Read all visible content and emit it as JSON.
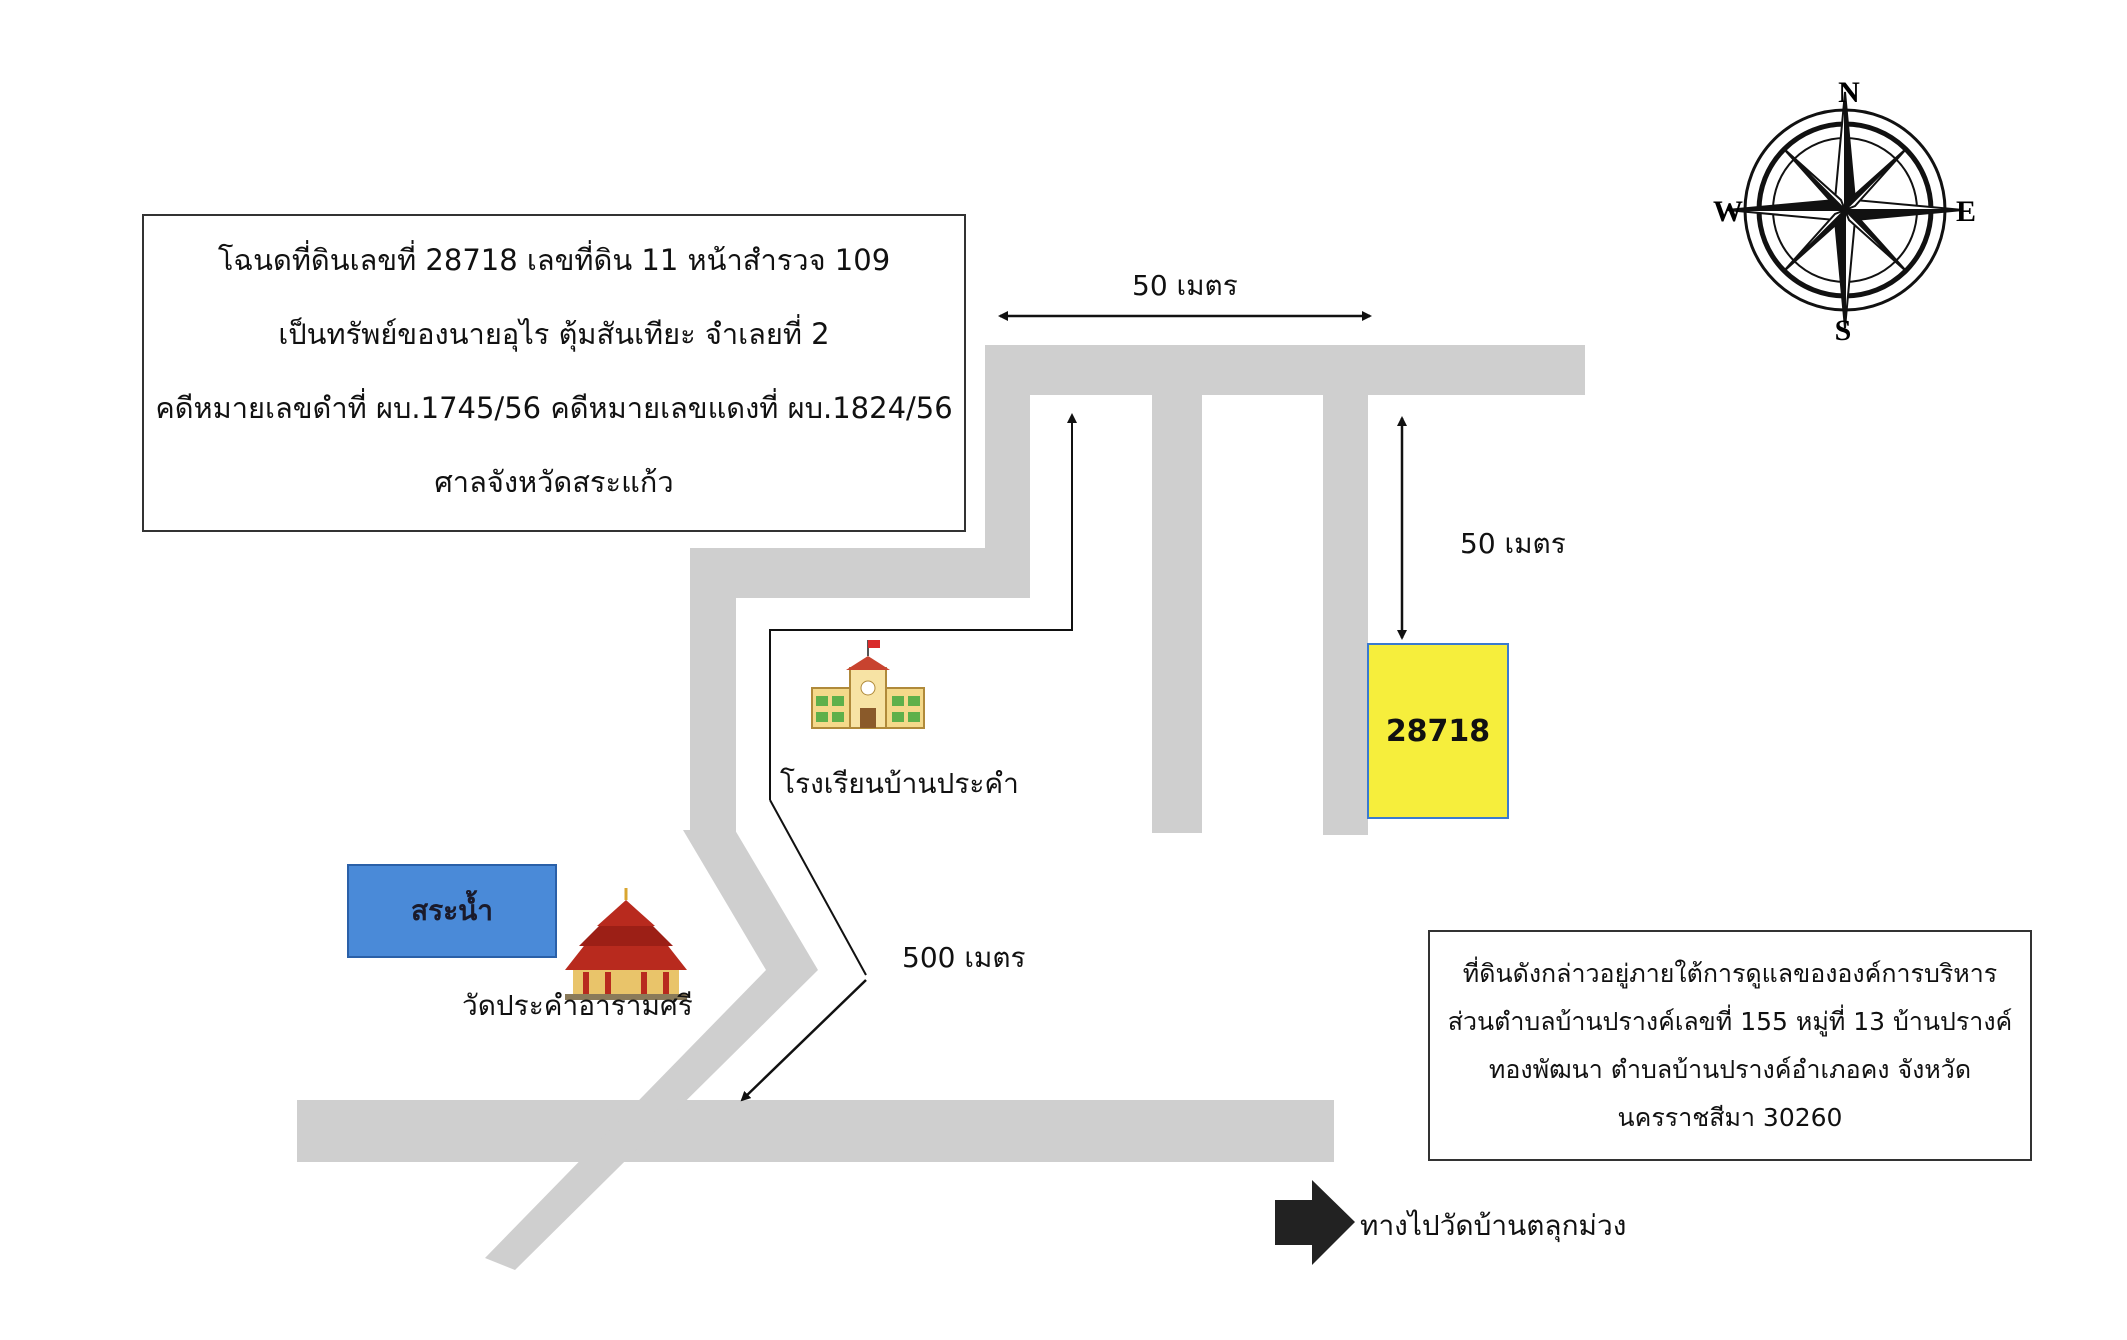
{
  "info_box": {
    "lines": [
      "โฉนดที่ดินเลขที่ 28718 เลขที่ดิน 11 หน้าสำรวจ 109",
      "เป็นทรัพย์ของนายอุไร ตุ้มสันเทียะ จำเลยที่ 2",
      "คดีหมายเลขดำที่ ผบ.1745/56 คดีหมายเลขแดงที่ ผบ.1824/56",
      "ศาลจังหวัดสระแก้ว"
    ]
  },
  "jurisdiction_box": {
    "lines": [
      "ที่ดินดังกล่าวอยู่ภายใต้การดูแลขององค์การบริหาร",
      "ส่วนตำบลบ้านปรางค์เลขที่ 155 หมู่ที่ 13 บ้านปรางค์",
      "ทองพัฒนา ตำบลบ้านปรางค์อำเภอคง จังหวัด",
      "นครราชสีมา 30260"
    ]
  },
  "distances": {
    "top": "50 เมตร",
    "right": "50 เมตร",
    "diagonal": "500 เมตร"
  },
  "plot": {
    "number": "28718",
    "color": "#f6ee3c"
  },
  "landmarks": {
    "school": "โรงเรียนบ้านประคำ",
    "pond": "สระน้ำ",
    "temple": "วัดประคำอารามศรี"
  },
  "direction": {
    "label": "ทางไปวัดบ้านตลุกม่วง",
    "icon": "arrow-right-icon"
  },
  "compass": {
    "north": "N",
    "south": "S",
    "east": "E",
    "west": "W",
    "icon": "compass-rose-icon"
  },
  "colors": {
    "road": "#cfcfcf",
    "pond": "#4a8ad8",
    "plot_border": "#3a7ad0"
  }
}
